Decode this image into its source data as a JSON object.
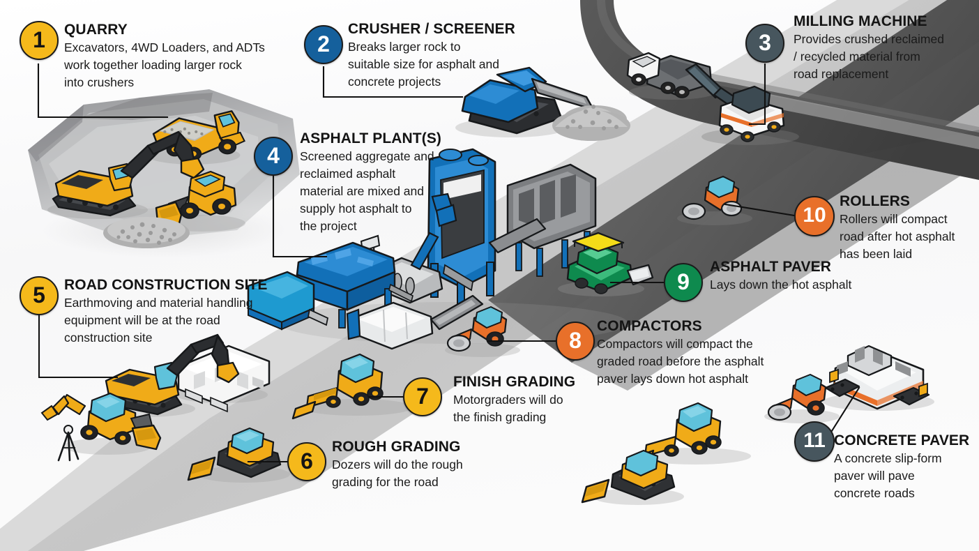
{
  "diagram": {
    "title": "Road Construction Process Infographic",
    "background_color": "#fdfdfd",
    "road_color": "#4a4a4a",
    "graded_road_color": "#c9c9c9"
  },
  "colors": {
    "yellow": "#F5B91B",
    "blue": "#15609C",
    "slate": "#47565E",
    "orange": "#E8702A",
    "green": "#0E8A4E",
    "number_dark": "#141414",
    "number_light": "#ffffff",
    "outline": "#1b1b1b"
  },
  "steps": [
    {
      "number": "1",
      "title": "QUARRY",
      "description": "Excavators, 4WD Loaders, and ADTs\nwork together loading larger rock\ninto crushers",
      "color_key": "yellow"
    },
    {
      "number": "2",
      "title": "CRUSHER / SCREENER",
      "description": "Breaks larger rock to\nsuitable size for asphalt and\nconcrete projects",
      "color_key": "blue"
    },
    {
      "number": "3",
      "title": "MILLING MACHINE",
      "description": "Provides crushed reclaimed\n/ recycled material from\nroad replacement",
      "color_key": "slate"
    },
    {
      "number": "4",
      "title": "ASPHALT PLANT(S)",
      "description": "Screened aggregate and\nreclaimed asphalt\nmaterial are mixed and\nsupply hot asphalt to\nthe project",
      "color_key": "blue"
    },
    {
      "number": "5",
      "title": "ROAD CONSTRUCTION SITE",
      "description": "Earthmoving and material handling\nequipment will be at the road\nconstruction site",
      "color_key": "yellow"
    },
    {
      "number": "6",
      "title": "ROUGH GRADING",
      "description": "Dozers will do the rough\ngrading for the road",
      "color_key": "yellow"
    },
    {
      "number": "7",
      "title": "FINISH GRADING",
      "description": "Motorgraders will do\nthe finish grading",
      "color_key": "yellow"
    },
    {
      "number": "8",
      "title": "COMPACTORS",
      "description": "Compactors will compact the\ngraded road before the asphalt\npaver lays down hot asphalt",
      "color_key": "orange"
    },
    {
      "number": "9",
      "title": "ASPHALT PAVER",
      "description": "Lays down the hot asphalt",
      "color_key": "green"
    },
    {
      "number": "10",
      "title": "ROLLERS",
      "description": "Rollers will compact\nroad after hot asphalt\nhas been laid",
      "color_key": "orange"
    },
    {
      "number": "11",
      "title": "CONCRETE PAVER",
      "description": "A concrete slip-form\npaver will pave\nconcrete roads",
      "color_key": "slate"
    }
  ],
  "machines": [
    {
      "name": "excavator",
      "scene": "quarry"
    },
    {
      "name": "articulated-dump-truck",
      "scene": "quarry"
    },
    {
      "name": "wheel-loader",
      "scene": "quarry"
    },
    {
      "name": "aggregate-pile",
      "scene": "quarry"
    },
    {
      "name": "crusher-screener",
      "scene": "crusher"
    },
    {
      "name": "crushed-stone-pile",
      "scene": "crusher"
    },
    {
      "name": "milling-machine",
      "scene": "milling"
    },
    {
      "name": "haul-truck",
      "scene": "milling"
    },
    {
      "name": "asphalt-plant",
      "scene": "plant"
    },
    {
      "name": "site-trailer",
      "scene": "construction-site"
    },
    {
      "name": "backhoe-loader",
      "scene": "construction-site"
    },
    {
      "name": "survey-tripod",
      "scene": "construction-site"
    },
    {
      "name": "dozer",
      "scene": "rough-grading"
    },
    {
      "name": "motorgrader",
      "scene": "finish-grading"
    },
    {
      "name": "compactor-roller",
      "scene": "compactors"
    },
    {
      "name": "asphalt-paver",
      "scene": "paving"
    },
    {
      "name": "road-roller",
      "scene": "rolling"
    },
    {
      "name": "concrete-slipform-paver",
      "scene": "concrete-paving"
    }
  ]
}
